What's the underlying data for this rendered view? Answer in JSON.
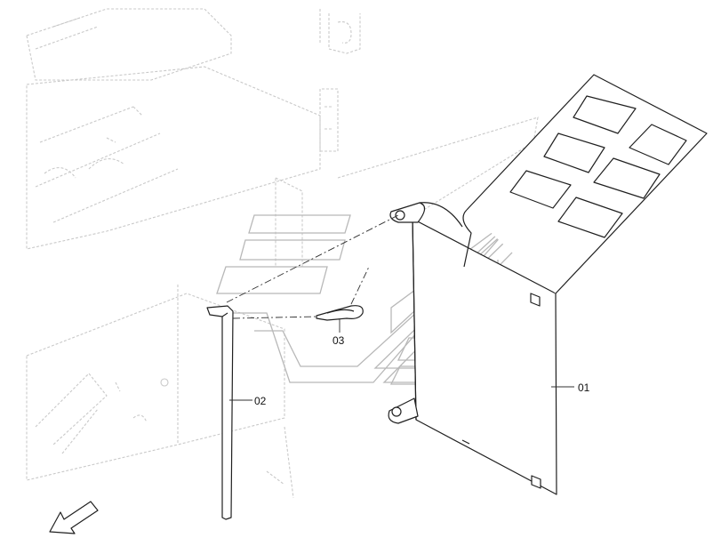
{
  "callouts": {
    "part_01": "01",
    "part_02": "02",
    "part_03": "03"
  },
  "colors": {
    "part_stroke": "#202020",
    "ghost_stroke": "#c9c9c9",
    "watermark": "#b8b8b8",
    "background": "#ffffff"
  },
  "icons": {
    "direction_arrow": "arrow-down-left-icon"
  }
}
